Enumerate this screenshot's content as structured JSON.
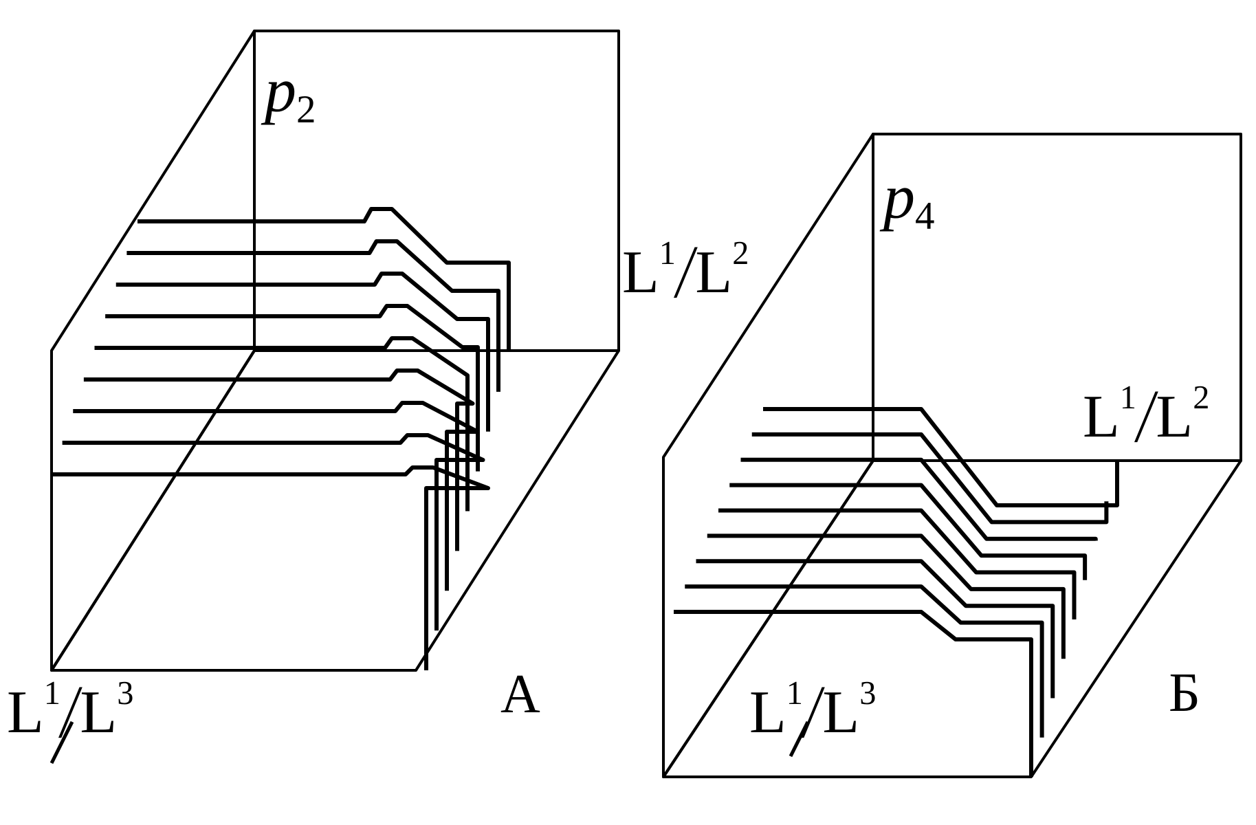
{
  "panels": [
    {
      "id": "A",
      "letter": "А",
      "vertical_axis": {
        "var": "p",
        "sub": "2"
      },
      "right_axis": {
        "num_base": "L",
        "num_sup": "1",
        "slash": "/",
        "den_base": "L",
        "den_sup": "2"
      },
      "front_axis": {
        "num_base": "L",
        "num_sup": "1",
        "slash": "/",
        "den_base": "L",
        "den_sup": "3"
      },
      "profile_count": 9
    },
    {
      "id": "B",
      "letter": "Б",
      "vertical_axis": {
        "var": "p",
        "sub": "4"
      },
      "right_axis": {
        "num_base": "L",
        "num_sup": "1",
        "slash": "/",
        "den_base": "L",
        "den_sup": "2"
      },
      "front_axis": {
        "num_base": "L",
        "num_sup": "1",
        "slash": "/",
        "den_base": "L",
        "den_sup": "3"
      },
      "profile_count": 9
    }
  ],
  "colors": {
    "ink": "#000000",
    "background": "#ffffff"
  }
}
